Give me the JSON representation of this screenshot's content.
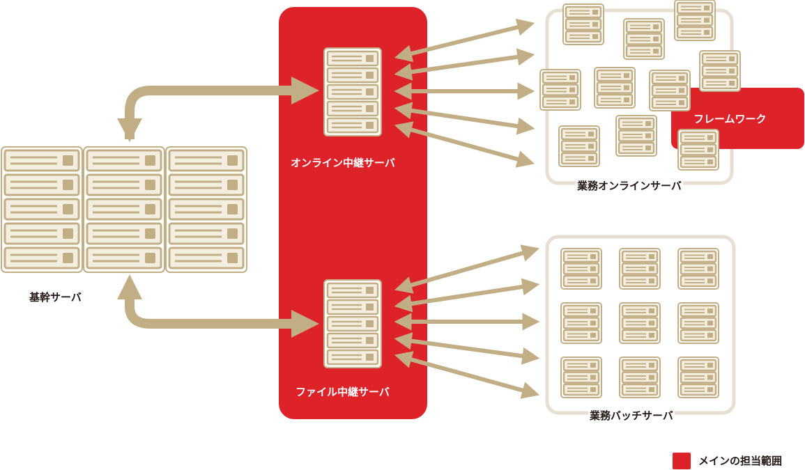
{
  "colors": {
    "accent_red": "#dd2229",
    "tan": "#c1ae85",
    "tan_light": "#e7dfd2",
    "server_fill": "#f4eee1",
    "server_line": "#c1ae85",
    "text_dark": "#231815"
  },
  "labels": {
    "core_server": "基幹サーバ",
    "online_relay": "オンライン中継サーバ",
    "file_relay": "ファイル中継サーバ",
    "online_business": "業務オンラインサーバ",
    "framework": "フレームワーク",
    "batch_business": "業務バッチサーバ"
  },
  "legend": {
    "label": "メインの担当範囲"
  },
  "icons": {
    "server": "server-rack-icon",
    "arrow": "double-arrow"
  }
}
